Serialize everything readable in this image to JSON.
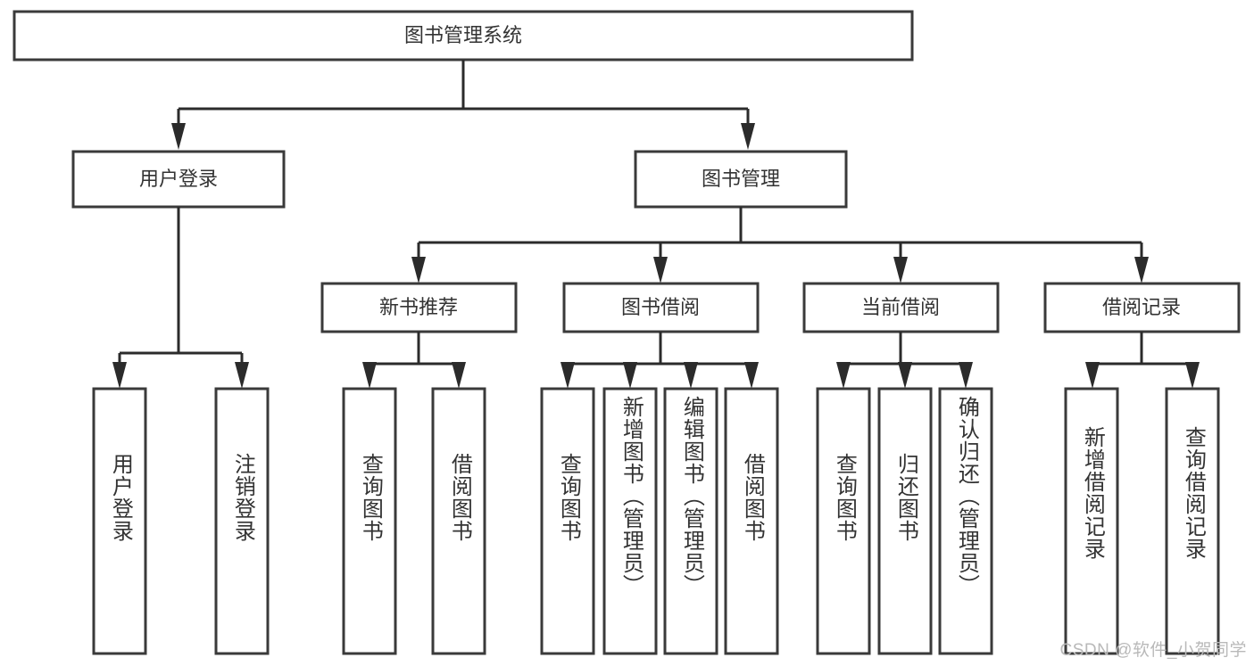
{
  "diagram": {
    "type": "tree",
    "title": "图书管理系统",
    "watermark": "CSDN @软件_小贺同学",
    "colors": {
      "box_stroke": "#3a3a3a",
      "connector": "#2b2b2b",
      "text": "#333333",
      "background": "#ffffff",
      "watermark": "#b9b9b9"
    },
    "nodes": {
      "root": {
        "label": "图书管理系统"
      },
      "level2": [
        {
          "label": "用户登录"
        },
        {
          "label": "图书管理"
        }
      ],
      "level3": [
        {
          "label": "新书推荐"
        },
        {
          "label": "图书借阅"
        },
        {
          "label": "当前借阅"
        },
        {
          "label": "借阅记录"
        }
      ],
      "leaves_user_login": [
        {
          "label": "用户登录"
        },
        {
          "label": "注销登录"
        }
      ],
      "leaves_new_book": [
        {
          "label": "查询图书"
        },
        {
          "label": "借阅图书"
        }
      ],
      "leaves_book_borrow": [
        {
          "label": "查询图书"
        },
        {
          "label": "新增图书（管理员）"
        },
        {
          "label": "编辑图书（管理员）"
        },
        {
          "label": "借阅图书"
        }
      ],
      "leaves_current_borrow": [
        {
          "label": "查询图书"
        },
        {
          "label": "归还图书"
        },
        {
          "label": "确认归还（管理员）"
        }
      ],
      "leaves_borrow_record": [
        {
          "label": "新增借阅记录"
        },
        {
          "label": "查询借阅记录"
        }
      ]
    }
  }
}
